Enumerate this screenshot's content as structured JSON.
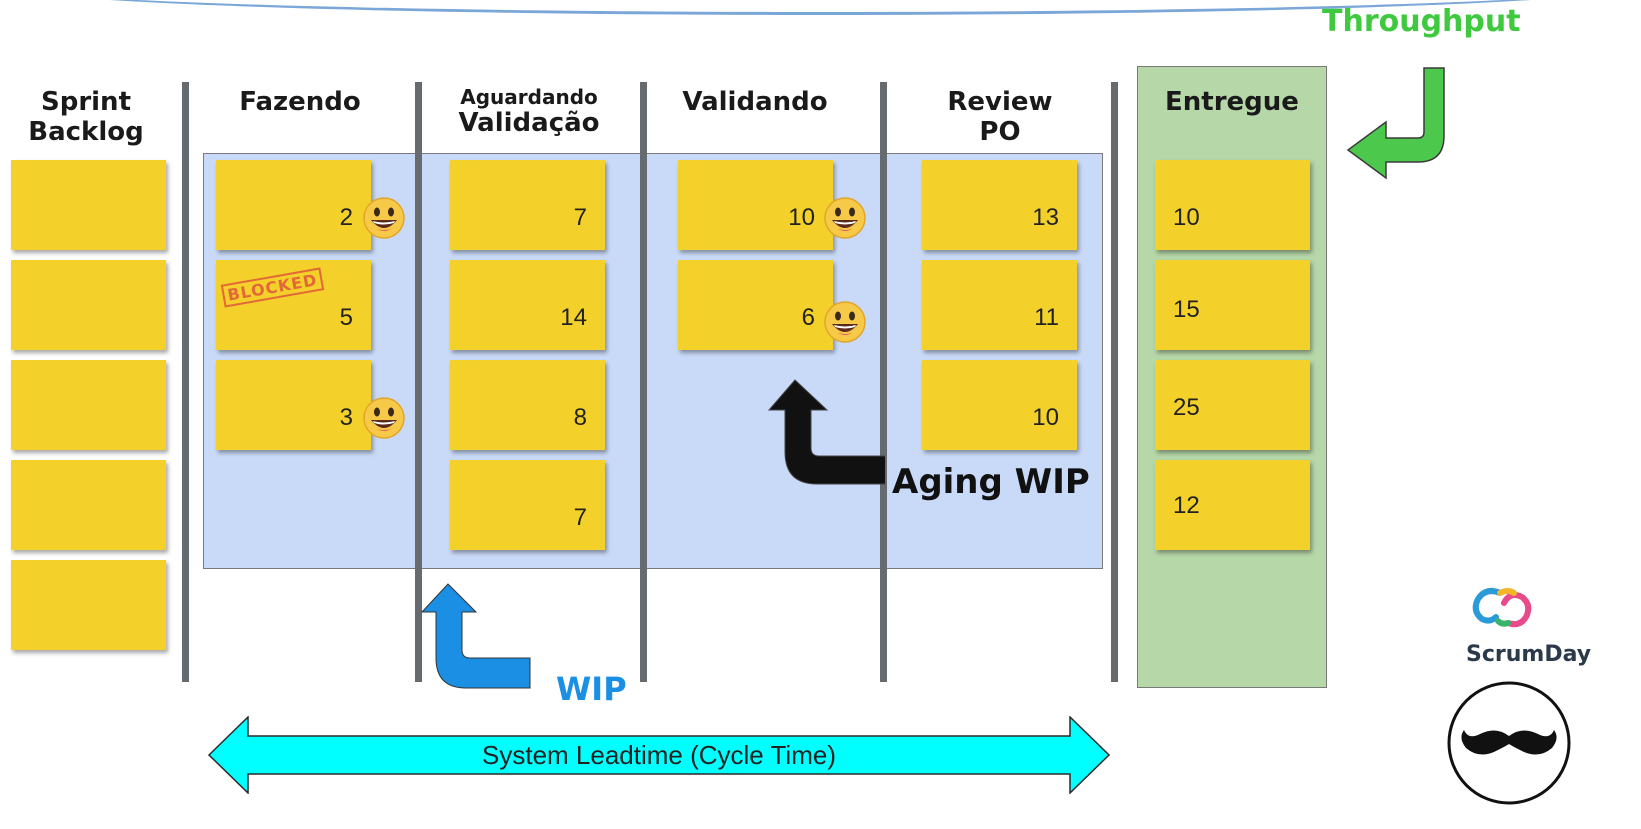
{
  "columns": {
    "backlog": {
      "line1": "Sprint",
      "line2": "Backlog"
    },
    "fazendo": {
      "label": "Fazendo"
    },
    "aguardando": {
      "line1": "Aguardando",
      "line2": "Validação"
    },
    "validando": {
      "label": "Validando"
    },
    "review": {
      "line1": "Review",
      "line2": "PO"
    },
    "entregue": {
      "label": "Entregue"
    }
  },
  "cards": {
    "fazendo": [
      "2",
      "5",
      "3"
    ],
    "aguardando": [
      "7",
      "14",
      "8",
      "7"
    ],
    "validando": [
      "10",
      "6"
    ],
    "review": [
      "13",
      "11",
      "10"
    ],
    "entregue": [
      "10",
      "15",
      "25",
      "12"
    ]
  },
  "stamps": {
    "blocked": "BLOCKED"
  },
  "annotations": {
    "throughput": "Throughput",
    "aging_wip": "Aging WIP",
    "wip": "WIP",
    "leadtime": "System Leadtime (Cycle Time)"
  },
  "logo": {
    "brand": "ScrumDay"
  },
  "colors": {
    "card": "#f4d12a",
    "wip_area": "#c9daf8",
    "done_area": "#b6d7a8",
    "throughput": "#3fc93f",
    "wip": "#1a8fe3",
    "leadtime_arrow": "#00ffff"
  },
  "icons": [
    "smiley-icon",
    "blocked-stamp",
    "up-turn-arrow-icon",
    "left-turn-arrow-icon",
    "double-arrow-icon",
    "mustache-icon",
    "scrumday-logo"
  ]
}
